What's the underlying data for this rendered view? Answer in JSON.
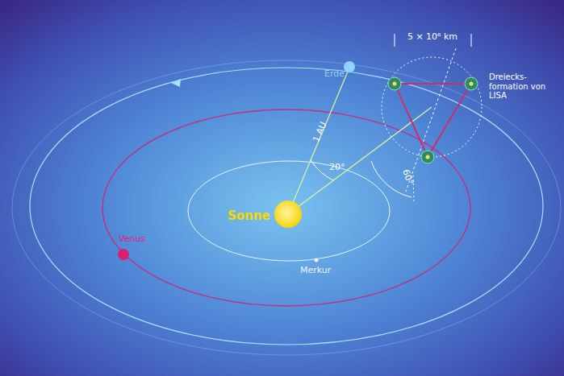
{
  "diagram": {
    "labels": [
      "5 × 10⁶ km",
      "Erde",
      "Dreiecks- formation von LISA",
      "1 AU",
      "20°",
      "60°",
      "Sonne",
      "Venus",
      "Merkur"
    ]
  }
}
